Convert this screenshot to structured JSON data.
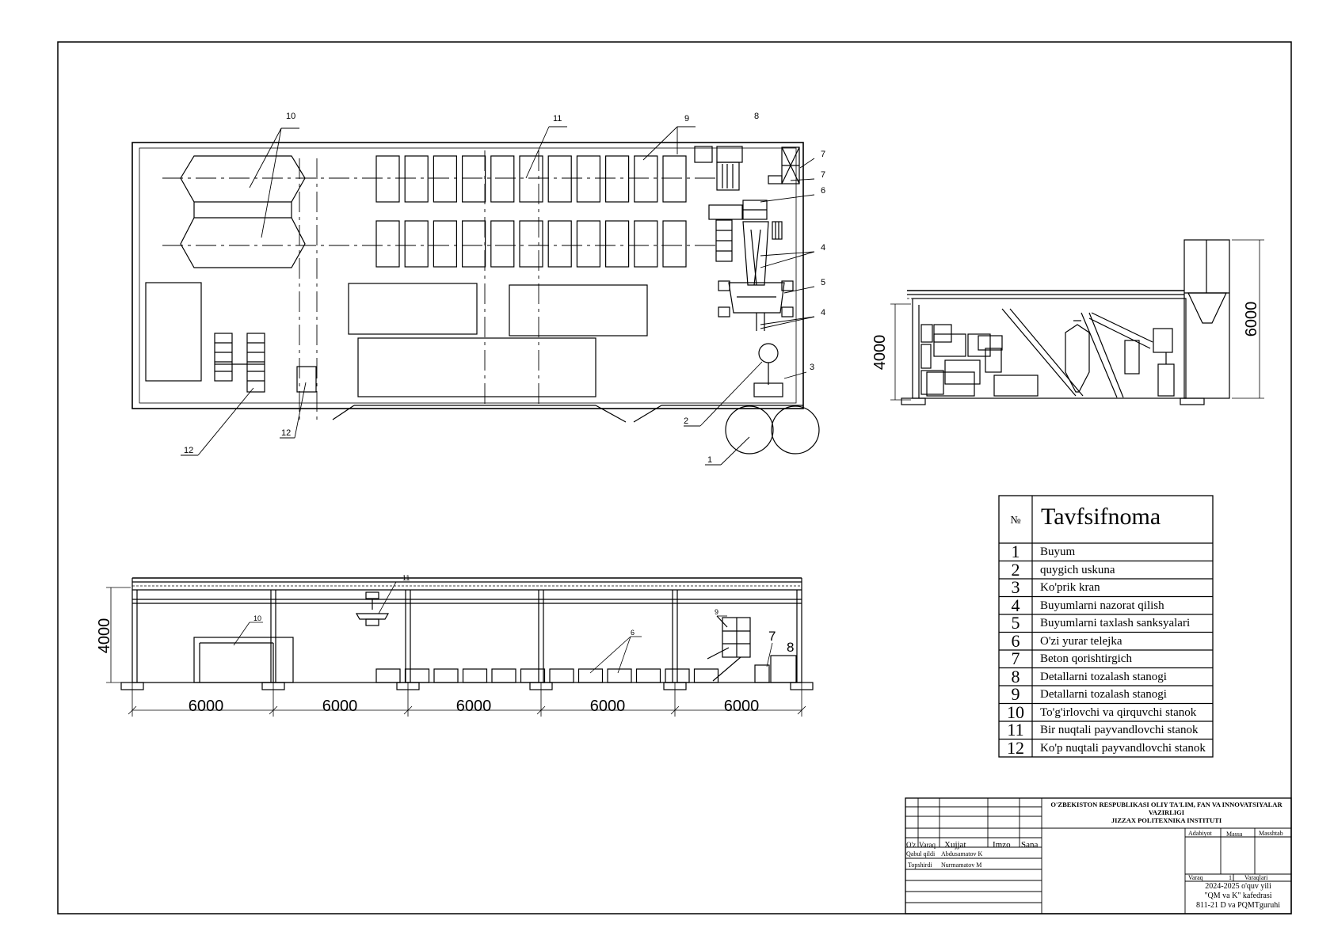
{
  "plan_callouts": [
    "10",
    "11",
    "9",
    "8",
    "7",
    "7",
    "6",
    "4",
    "5",
    "4",
    "3",
    "2",
    "1",
    "12",
    "12"
  ],
  "section_callouts": [
    "11",
    "10",
    "6",
    "9",
    "7",
    "8"
  ],
  "dimensions": {
    "spans": [
      "6000",
      "6000",
      "6000",
      "6000",
      "6000"
    ],
    "section_height": "4000",
    "side_height": "4000",
    "side_total_height": "6000"
  },
  "spec_table": {
    "num_header": "№",
    "title": "Tavfsifnoma",
    "rows": [
      {
        "num": "1",
        "name": "Buyum"
      },
      {
        "num": "2",
        "name": " quygich uskuna"
      },
      {
        "num": "3",
        "name": "Ko'prik kran"
      },
      {
        "num": "4",
        "name": "Buyumlarni nazorat qilish"
      },
      {
        "num": "5",
        "name": "Buyumlarni taxlash sanksyalari"
      },
      {
        "num": "6",
        "name": "O'zi yurar telejka"
      },
      {
        "num": "7",
        "name": "Beton qorishtirgich"
      },
      {
        "num": "8",
        "name": "Detallarni tozalash stanogi"
      },
      {
        "num": "9",
        "name": "Detallarni tozalash stanogi"
      },
      {
        "num": "10",
        "name": "To'g'irlovchi va qirquvchi stanok"
      },
      {
        "num": "11",
        "name": "Bir nuqtali payvandlovchi stanok"
      },
      {
        "num": "12",
        "name": "Ko'p nuqtali payvandlovchi stanok"
      }
    ]
  },
  "title_block": {
    "org_line1": "O'ZBEKISTON RESPUBLIKASI OLIY TA'LIM, FAN VA INNOVATSIYALAR",
    "org_line2": "VAZIRLIGI",
    "org_line3": "JIZZAX POLITEXNIKA INSTITUTI",
    "col_oz": "O'z",
    "col_varaq": "Varaq",
    "col_xujjat": "Xujjat",
    "col_imzo": "Imzo",
    "col_sana": "Sana",
    "accepted_label": "Qabul qildi",
    "accepted_name": "Abdusamatov K",
    "submitted_label": "Topshirdi",
    "submitted_name": "Nurmamatov M",
    "adabiyot": "Adabiyot",
    "massa": "Massa",
    "masshtab": "Masshtab",
    "varaq_label": "Varaq",
    "varaq_num": "1",
    "varaqlari": "Varaqlari",
    "year": "2024-2025 o'quv yili",
    "department": "\"QM va K\" kafedrasi",
    "group": "811-21  D va PQMTguruhi"
  }
}
